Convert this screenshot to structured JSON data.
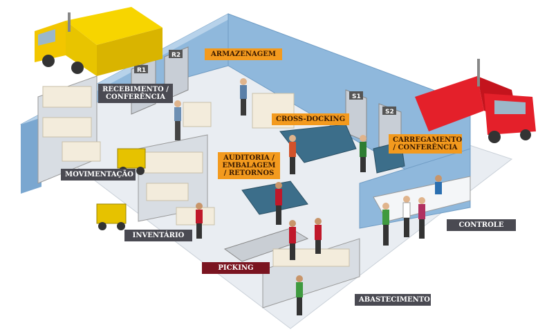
{
  "colors": {
    "wall": "#8fb8dc",
    "floor": "#e9edf2",
    "truck_yellow": "#f2c600",
    "truck_red": "#e4202a",
    "label_gray": "#4a4a52",
    "label_orange": "#f39a1e",
    "label_darkred": "#7a1420"
  },
  "docks": [
    "R1",
    "R2",
    "S1",
    "S2"
  ],
  "zones": {
    "armazenagem": "ARMAZENAGEM",
    "recebimento_1": "RECEBIMENTO /",
    "recebimento_2": "CONFERÊNCIA",
    "cross_docking": "CROSS-DOCKING",
    "carregamento_1": "CARREGAMENTO",
    "carregamento_2": "/ CONFERÊNCIA",
    "auditoria_1": "AUDITORIA /",
    "auditoria_2": "EMBALAGEM",
    "auditoria_3": "/ RETORNOS",
    "movimentacao": "MOVIMENTAÇÃO",
    "inventario": "INVENTÁRIO",
    "controle": "CONTROLE",
    "picking": "PICKING",
    "abastecimento": "ABASTECIMENTO"
  }
}
